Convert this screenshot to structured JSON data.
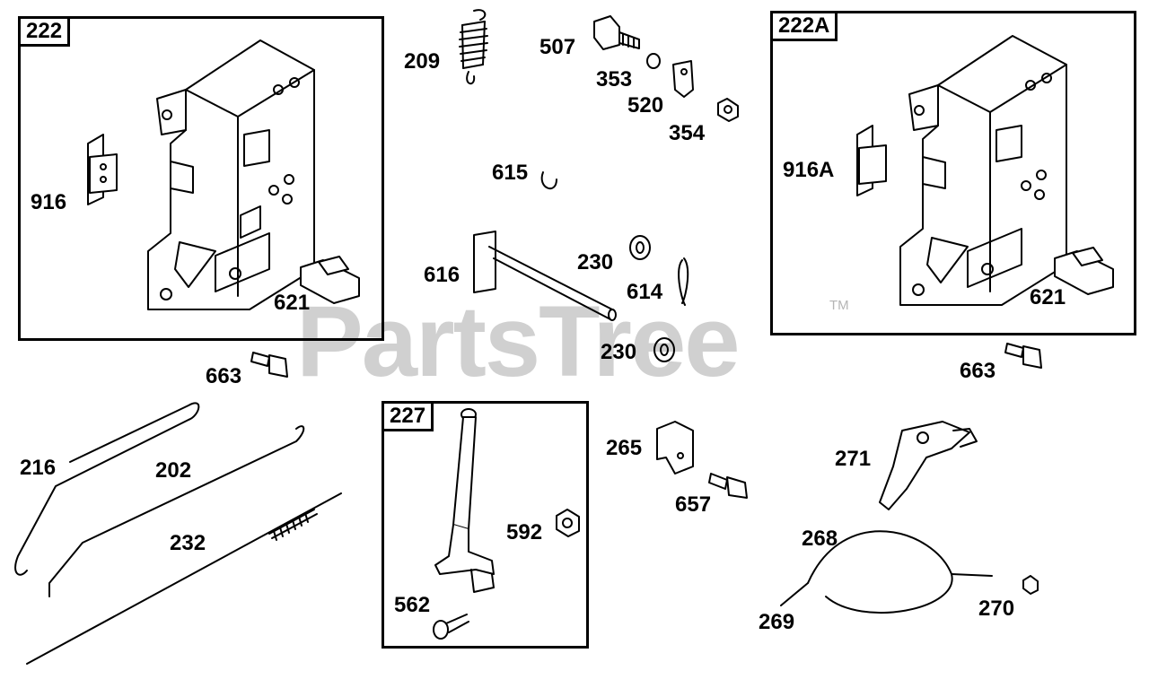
{
  "watermark": {
    "text": "PartsTree",
    "trademark": "TM"
  },
  "boxes": {
    "b222": "222",
    "b222a": "222A",
    "b227": "227"
  },
  "labels": {
    "p209": "209",
    "p507": "507",
    "p353": "353",
    "p520": "520",
    "p354": "354",
    "p615": "615",
    "p616": "616",
    "p230a": "230",
    "p614": "614",
    "p230b": "230",
    "p916": "916",
    "p621a": "621",
    "p663a": "663",
    "p916a": "916A",
    "p621b": "621",
    "p663b": "663",
    "p216": "216",
    "p202": "202",
    "p232": "232",
    "p592": "592",
    "p562": "562",
    "p265": "265",
    "p657": "657",
    "p271": "271",
    "p268": "268",
    "p269": "269",
    "p270": "270"
  }
}
